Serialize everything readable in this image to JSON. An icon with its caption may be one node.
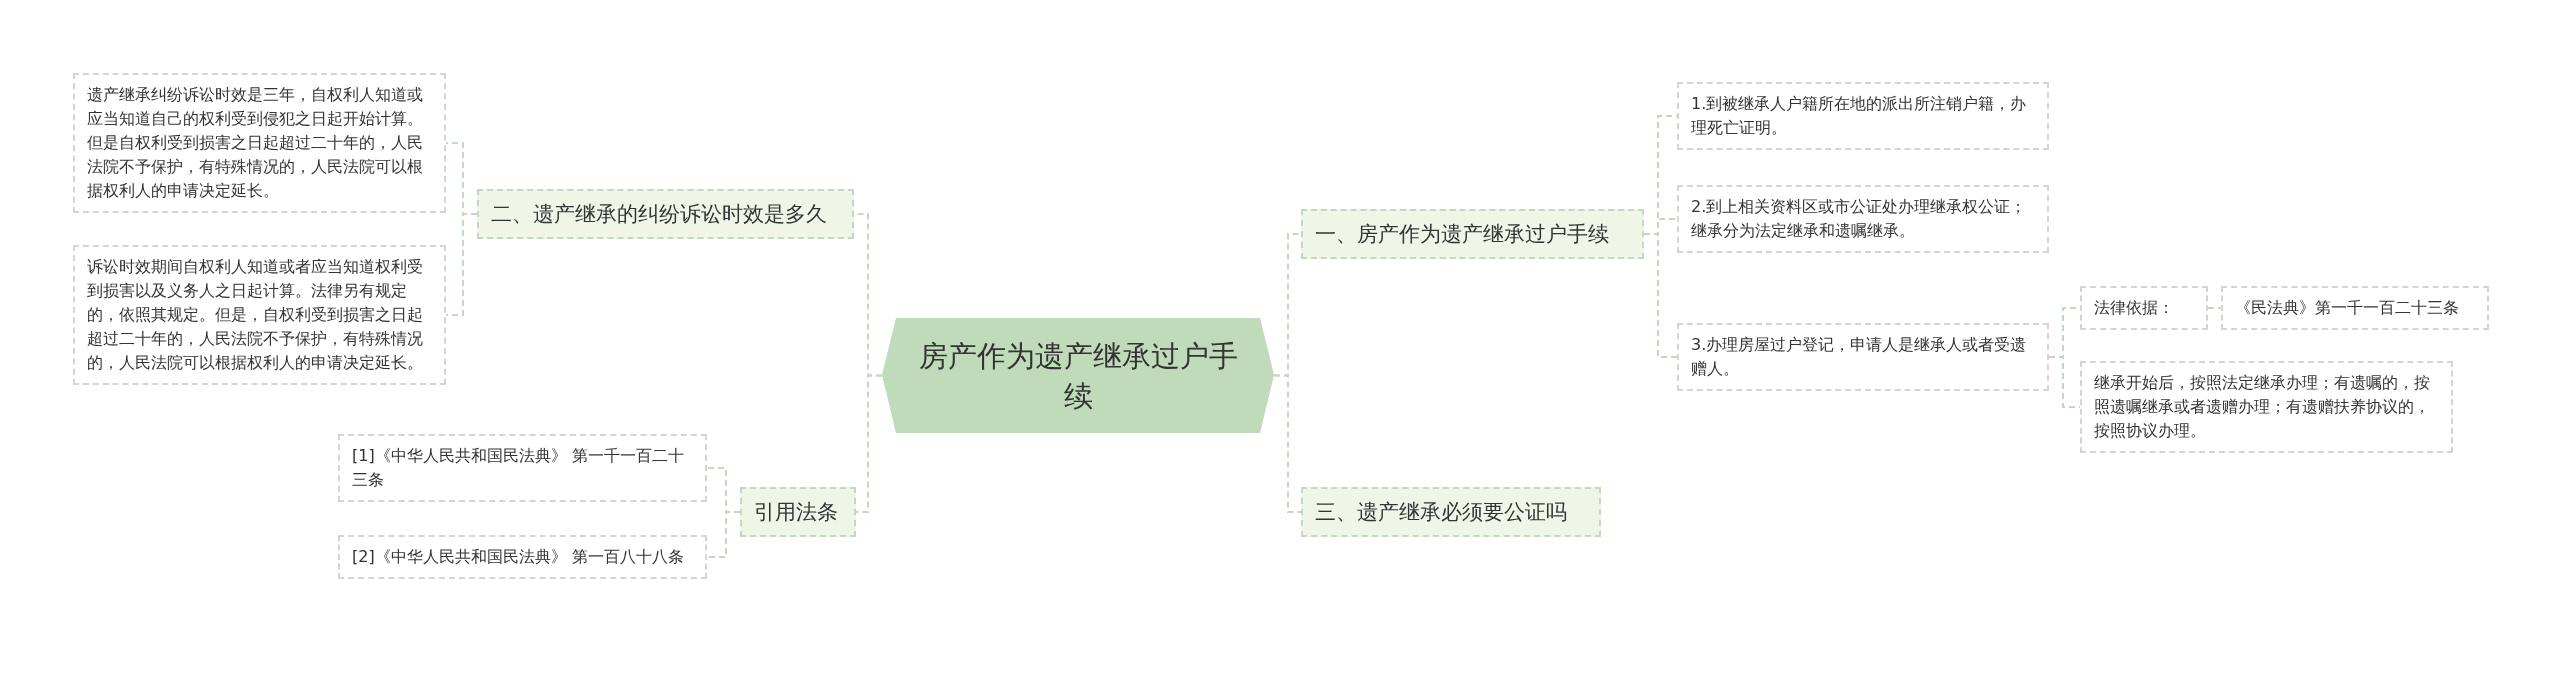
{
  "diagram": {
    "nodes": [
      {
        "text": [
          "房产作为遗产继承过户手续"
        ]
      },
      {
        "text": [
          "一、房产作为遗产继承过户手续"
        ]
      },
      {
        "text": [
          "1.到被继承人户籍所在地的派出所注销户籍，办理死亡证明。"
        ]
      },
      {
        "text": [
          "2.到上相关资料区或市公证处办理继承权公证；继承分为法定继承和遗嘱继承。"
        ]
      },
      {
        "text": [
          "3.办理房屋过户登记，申请人是继承人或者受遗赠人。"
        ]
      },
      {
        "text": [
          "法律依据："
        ]
      },
      {
        "text": [
          "《民法典》第一千一百二十三条"
        ]
      },
      {
        "text": [
          "继承开始后，按照法定继承办理；有遗嘱的，按照遗嘱继承或者遗赠办理；有遗赠扶养协议的，按照协议办理。"
        ]
      },
      {
        "text": [
          "三、遗产继承必须要公证吗"
        ]
      },
      {
        "text": [
          "二、遗产继承的纠纷诉讼时效是多久"
        ]
      },
      {
        "text": [
          "遗产继承纠纷诉讼时效是三年，自权利人知道或应当知道自己的权利受到侵犯之日起开始计算。但是自权利受到损害之日起超过二十年的，人民法院不予保护，有特殊情况的，人民法院可以根据权利人的申请决定延长。"
        ]
      },
      {
        "text": [
          "诉讼时效期间自权利人知道或者应当知道权利受到损害以及义务人之日起计算。法律另有规定的，依照其规定。但是，自权利受到损害之日起超过二十年的，人民法院不予保护，有特殊情况的，人民法院可以根据权利人的申请决定延长。"
        ]
      },
      {
        "text": [
          "引用法条"
        ]
      },
      {
        "text": [
          "[1]《中华人民共和国民法典》 第一千一百二十三条"
        ]
      },
      {
        "text": [
          "[2]《中华人民共和国民法典》 第一百八十八条"
        ]
      }
    ],
    "edges": [
      {
        "from": 0,
        "to": 1,
        "arrow": "none"
      },
      {
        "from": 1,
        "to": 2,
        "arrow": "none"
      },
      {
        "from": 1,
        "to": 3,
        "arrow": "none"
      },
      {
        "from": 1,
        "to": 4,
        "arrow": "none"
      },
      {
        "from": 4,
        "to": 5,
        "arrow": "none"
      },
      {
        "from": 5,
        "to": 6,
        "arrow": "none"
      },
      {
        "from": 4,
        "to": 7,
        "arrow": "none"
      },
      {
        "from": 0,
        "to": 8,
        "arrow": "none"
      },
      {
        "from": 0,
        "to": 9,
        "arrow": "none"
      },
      {
        "from": 9,
        "to": 10,
        "arrow": "none"
      },
      {
        "from": 9,
        "to": 11,
        "arrow": "none"
      },
      {
        "from": 0,
        "to": 12,
        "arrow": "none"
      },
      {
        "from": 12,
        "to": 13,
        "arrow": "none"
      },
      {
        "from": 12,
        "to": 14,
        "arrow": "none"
      }
    ]
  }
}
